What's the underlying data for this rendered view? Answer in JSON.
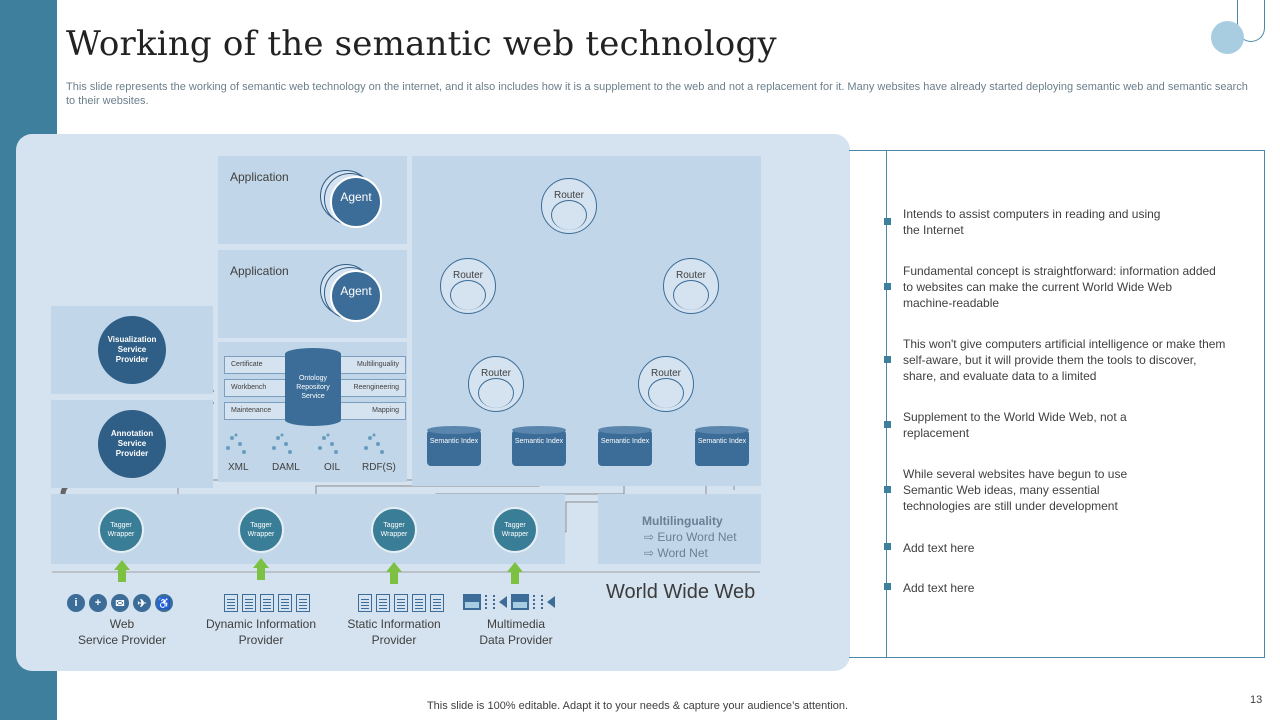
{
  "slide": {
    "title": "Working of the semantic web technology",
    "subtitle": "This slide represents the working of semantic web technology on the internet, and it also includes how it is a supplement to the web and not a replacement for it.  Many websites have already started deploying semantic web and semantic search to their websites.",
    "footer": "This slide is 100% editable. Adapt it to your needs & capture your audience’s attention.",
    "page_number": "13",
    "accent_color": "#3d7f9c"
  },
  "diagram": {
    "application_1": "Application",
    "application_2": "Application",
    "agent_1": "Agent",
    "agent_2": "Agent",
    "repository_tags": [
      "Certificate",
      "Multilinguality",
      "Workbench",
      "Reengineering",
      "Maintenance",
      "Mapping"
    ],
    "repository": "Ontology Repository Service",
    "languages": [
      "XML",
      "DAML",
      "OIL",
      "RDF(S)"
    ],
    "routers": [
      "Router",
      "Router",
      "Router",
      "Router",
      "Router"
    ],
    "semantic_indexes": [
      "Semantic Index",
      "Semantic Index",
      "Semantic Index",
      "Semantic Index"
    ],
    "visualization_service": "Visualization Service Provider",
    "annotation_service": "Annotation Service Provider",
    "taggers": [
      "Tagger Wrapper",
      "Tagger Wrapper",
      "Tagger Wrapper",
      "Tagger Wrapper"
    ],
    "multilinguality_title": "Multilinguality",
    "multilinguality_items": [
      "⇨ Euro Word Net",
      "⇨ Word Net"
    ],
    "www": "World Wide Web",
    "providers": [
      "Web\nService Provider",
      "Dynamic Information\nProvider",
      "Static Information\nProvider",
      "Multimedia\nData Provider"
    ],
    "web_service_icons": [
      "info-icon",
      "plus-icon",
      "mail-icon",
      "plane-icon",
      "wheelchair-icon"
    ]
  },
  "bullets": [
    "Intends to assist computers in reading and using the Internet",
    "Fundamental concept is straightforward: information added to websites can make the current World Wide Web machine-readable",
    "This won't give computers artificial intelligence or make them self-aware, but it will provide them the tools to discover, share, and evaluate data to a limited",
    "Supplement to the World Wide Web, not a replacement",
    "While several websites have begun to use Semantic Web ideas, many essential technologies are still under development",
    "Add text here",
    "Add text here"
  ]
}
